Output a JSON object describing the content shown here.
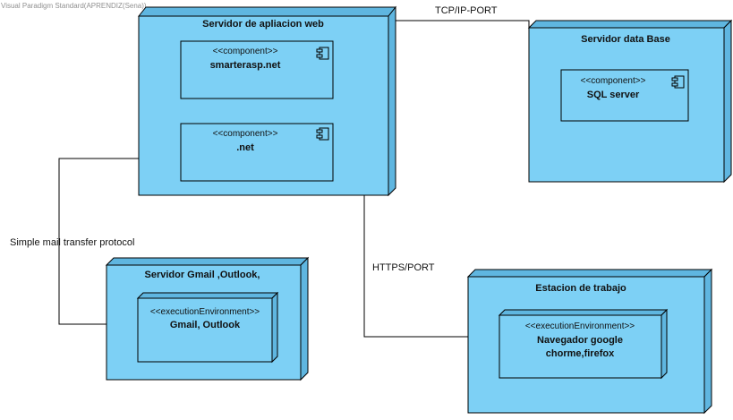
{
  "watermark": "Visual Paradigm Standard(APRENDIZ(Sena))",
  "colors": {
    "node_face": "#7dd0f5",
    "node_side": "#5fb6e0",
    "line": "#000000"
  },
  "icon": "component-icon",
  "nodes": {
    "web": {
      "title": "Servidor de apliacion web",
      "components": [
        {
          "stereotype": "<<component>>",
          "name": "smarterasp.net"
        },
        {
          "stereotype": "<<component>>",
          "name": ".net"
        }
      ]
    },
    "db": {
      "title": "Servidor data Base",
      "components": [
        {
          "stereotype": "<<component>>",
          "name": "SQL server"
        }
      ]
    },
    "mail": {
      "title": "Servidor  Gmail ,Outlook,",
      "env": {
        "stereotype": "<<executionEnvironment>>",
        "name_lines": [
          "Gmail, Outlook"
        ]
      }
    },
    "workstation": {
      "title": "Estacion de trabajo",
      "env": {
        "stereotype": "<<executionEnvironment>>",
        "name_lines": [
          "Navegador google",
          "chorme,firefox"
        ]
      }
    }
  },
  "connections": {
    "tcp": "TCP/IP-PORT",
    "smtp": "Simple mail transfer protocol",
    "https": "HTTPS/PORT"
  }
}
